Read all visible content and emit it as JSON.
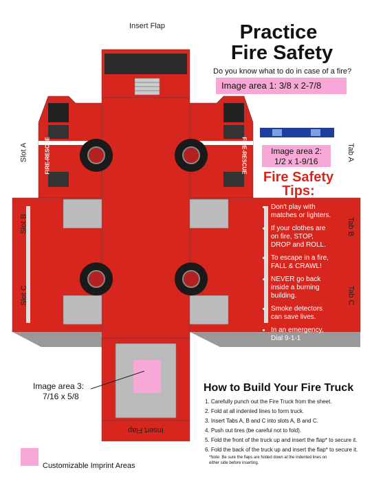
{
  "labels": {
    "insert_flap_top": "Insert Flap",
    "insert_flap_bottom": "Insert Flap",
    "slot_a": "Slot A",
    "slot_b": "Slot B",
    "slot_c": "Slot C",
    "tab_a": "Tab A",
    "tab_b": "Tab B",
    "tab_c": "Tab C",
    "fire_rescue": "FIRE-RESCUE"
  },
  "heading": {
    "line1": "Practice",
    "line2": "Fire Safety",
    "question": "Do you know what to do in case of a fire?"
  },
  "image_areas": {
    "area1": "Image area 1: 3/8 x 2-7/8",
    "area2_line1": "Image area 2:",
    "area2_line2": "1/2 x 1-9/16",
    "area3_line1": "Image area 3:",
    "area3_line2": "7/16 x 5/8"
  },
  "tips": {
    "title_line1": "Fire Safety",
    "title_line2": "Tips:",
    "items": [
      "Don't play with matches or lighters.",
      "If your clothes are on fire, STOP, DROP and ROLL.",
      "To escape in a fire, FALL & CRAWL!",
      "NEVER go back inside a burning building.",
      "Smoke detectors can save lives.",
      "In an emergency, Dial 9-1-1"
    ]
  },
  "howto": {
    "title": "How to Build Your Fire Truck",
    "steps": [
      "1. Carefully punch out the Fire Truck from the sheet.",
      "2. Fold at all indented lines to form truck.",
      "3. Insert Tabs A, B and C into slots A, B and C.",
      "4. Push out tires (be careful not to fold).",
      "5. Fold the front of the truck up and insert the flap* to secure it.",
      "6. Fold the back of the truck up and insert the flap* to secure it."
    ],
    "note_line1": "*Note: Be sure the flaps are folded down at the indented lines on",
    "note_line2": "either side before inserting."
  },
  "legend": {
    "text": "Customizable Imprint Areas",
    "color": "#f7a8d6"
  },
  "colors": {
    "truck_red": "#d7261e",
    "pink": "#f7a8d6"
  }
}
